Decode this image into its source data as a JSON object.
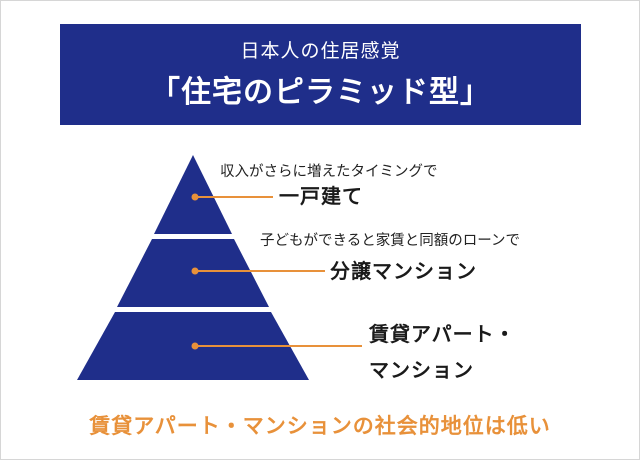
{
  "header": {
    "subtitle": "日本人の住居感覚",
    "title": "「住宅のピラミッド型」"
  },
  "tiers": [
    {
      "note": "収入がさらに増えたタイミングで",
      "label": "一戸建て"
    },
    {
      "note": "子どもができると家賃と同額のローンで",
      "label": "分譲マンション"
    },
    {
      "note": "",
      "label_line1": "賃貸アパート・",
      "label_line2": "マンション"
    }
  ],
  "footer": "賃貸アパート・マンションの社会的地位は低い",
  "colors": {
    "navy": "#1f2e8a",
    "orange": "#e8913a"
  }
}
